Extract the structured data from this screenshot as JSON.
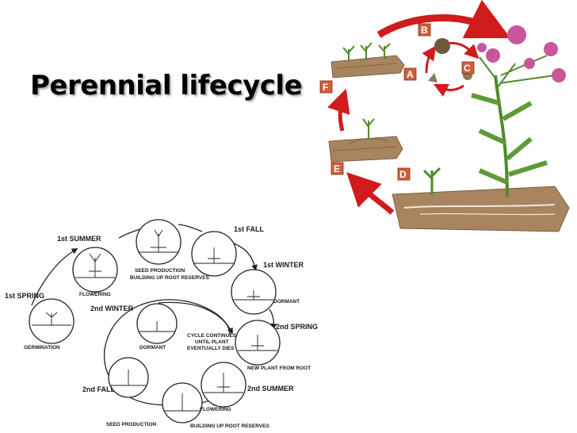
{
  "title": "Perennial lifecycle",
  "illustration": {
    "letters": [
      "A",
      "B",
      "C",
      "D",
      "E",
      "F"
    ],
    "colors": {
      "arrow": "#d01c1c",
      "flower": "#c9569a",
      "soil": "#a8845f",
      "stem": "#4f8a2a",
      "letter_box": "#d1603a"
    }
  },
  "cycle": {
    "seasons": {
      "spring1": "1st SPRING",
      "summer1": "1st SUMMER",
      "fall1": "1st FALL",
      "winter1": "1st WINTER",
      "spring2": "2nd SPRING",
      "summer2": "2nd SUMMER",
      "fall2": "2nd FALL",
      "winter2": "2nd WINTER"
    },
    "stages": {
      "germination": "GERMINATION",
      "flowering1": "FLOWERING",
      "seed1": "SEED PRODUCTION",
      "roots1": "BUILDING UP ROOT RESERVES",
      "dormant1": "DORMANT",
      "newplant": "NEW PLANT FROM ROOT",
      "flowering2": "FLOWERING",
      "roots2": "BUILDING UP ROOT RESERVES",
      "seed2": "SEED PRODUCTION",
      "dormant2": "DORMANT",
      "center1": "CYCLE CONTINUES",
      "center2": "UNTIL PLANT",
      "center3": "EVENTUALLY DIES"
    }
  }
}
